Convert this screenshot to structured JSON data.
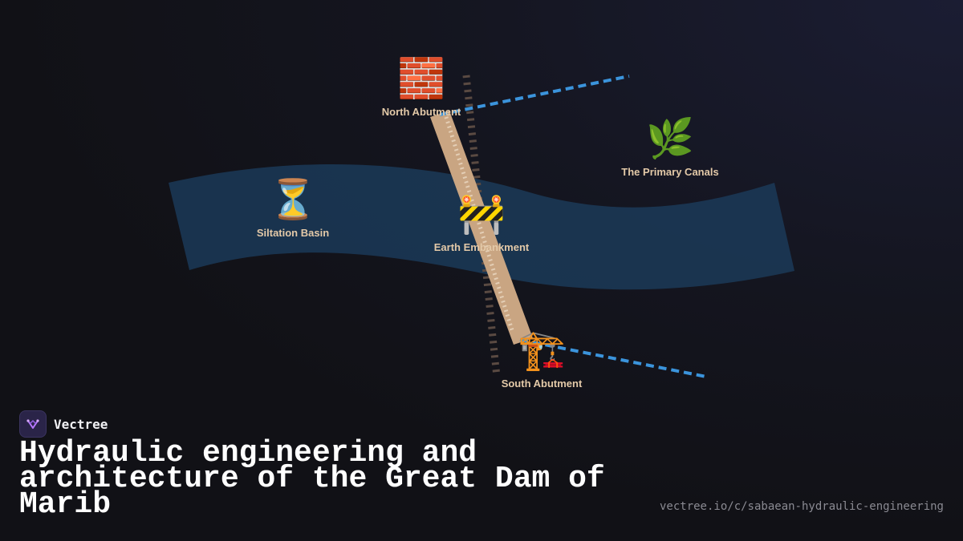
{
  "diagram": {
    "nodes": [
      {
        "id": "north-abutment",
        "icon": "brick-icon",
        "glyph": "🧱",
        "label": "North Abutment"
      },
      {
        "id": "primary-canals",
        "icon": "herb-icon",
        "glyph": "🌿",
        "label": "The Primary Canals"
      },
      {
        "id": "siltation-basin",
        "icon": "hourglass-icon",
        "glyph": "⏳",
        "label": "Siltation Basin"
      },
      {
        "id": "earth-embankment",
        "icon": "construction-barrier-icon",
        "glyph": "🚧",
        "label": "Earth Embankment"
      },
      {
        "id": "south-abutment",
        "icon": "building-crane-icon",
        "glyph": "🏗️",
        "label": "South Abutment"
      }
    ],
    "colors": {
      "river": "#1b3a58",
      "dam": "#c9a582",
      "canal_line": "#3b94dc",
      "label": "#e3c9a8"
    }
  },
  "brand": {
    "name": "Vectree",
    "logo_icon": "vectree-logo-icon"
  },
  "title": "Hydraulic engineering and architecture of the Great Dam of Marib",
  "url": "vectree.io/c/sabaean-hydraulic-engineering"
}
